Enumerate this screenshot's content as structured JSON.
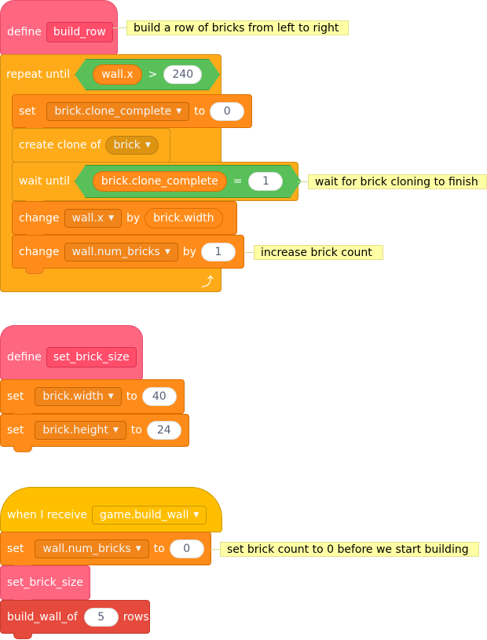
{
  "script1": {
    "define_label": "define",
    "proc_name": "build_row",
    "comment_header": "build a row of bricks from left to right",
    "repeat_until_label": "repeat until",
    "cond_var": "wall.x",
    "cond_op": ">",
    "cond_value": "240",
    "set_label": "set",
    "set_var": "brick.clone_complete",
    "set_to": "to",
    "set_value": "0",
    "create_clone_label": "create clone of",
    "clone_target": "brick",
    "wait_until_label": "wait until",
    "wait_var": "brick.clone_complete",
    "wait_op": "=",
    "wait_value": "1",
    "comment_wait": "wait for brick cloning to finish",
    "change1_label": "change",
    "change1_var": "wall.x",
    "change1_by": "by",
    "change1_value": "brick.width",
    "change2_label": "change",
    "change2_var": "wall.num_bricks",
    "change2_by": "by",
    "change2_value": "1",
    "comment_count": "increase brick count",
    "loop_arrow_icon": "loop-arrow-icon"
  },
  "script2": {
    "define_label": "define",
    "proc_name": "set_brick_size",
    "set1_label": "set",
    "set1_var": "brick.width",
    "set1_to": "to",
    "set1_value": "40",
    "set2_label": "set",
    "set2_var": "brick.height",
    "set2_to": "to",
    "set2_value": "24"
  },
  "script3": {
    "when_label": "when I receive",
    "message": "game.build_wall",
    "set_label": "set",
    "set_var": "wall.num_bricks",
    "set_to": "to",
    "set_value": "0",
    "comment_set": "set brick count to 0 before we start building",
    "call1": "set_brick_size",
    "call2_label": "build_wall_of",
    "call2_value": "5",
    "call2_suffix": "rows"
  },
  "colors": {
    "my_blocks": "#ff6680",
    "variables": "#ff8c1a",
    "control": "#ffab19",
    "events": "#ffbf00",
    "operators": "#59c059",
    "comment": "#ffffa5"
  }
}
